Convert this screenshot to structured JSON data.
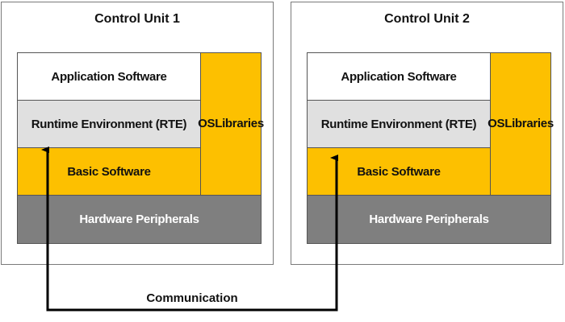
{
  "units": [
    {
      "title": "Control Unit 1",
      "application": "Application Software",
      "rte": "Runtime Environment (RTE)",
      "basic": "Basic Software",
      "os_line1": "OS",
      "os_line2": "Libraries",
      "hardware": "Hardware Peripherals"
    },
    {
      "title": "Control Unit 2",
      "application": "Application Software",
      "rte": "Runtime Environment (RTE)",
      "basic": "Basic Software",
      "os_line1": "OS",
      "os_line2": "Libraries",
      "hardware": "Hardware Peripherals"
    }
  ],
  "communication_label": "Communication",
  "colors": {
    "basic_software": "#fdc000",
    "rte": "#e0e0e0",
    "hardware": "#7f7f7f",
    "arrow": "#000000"
  }
}
